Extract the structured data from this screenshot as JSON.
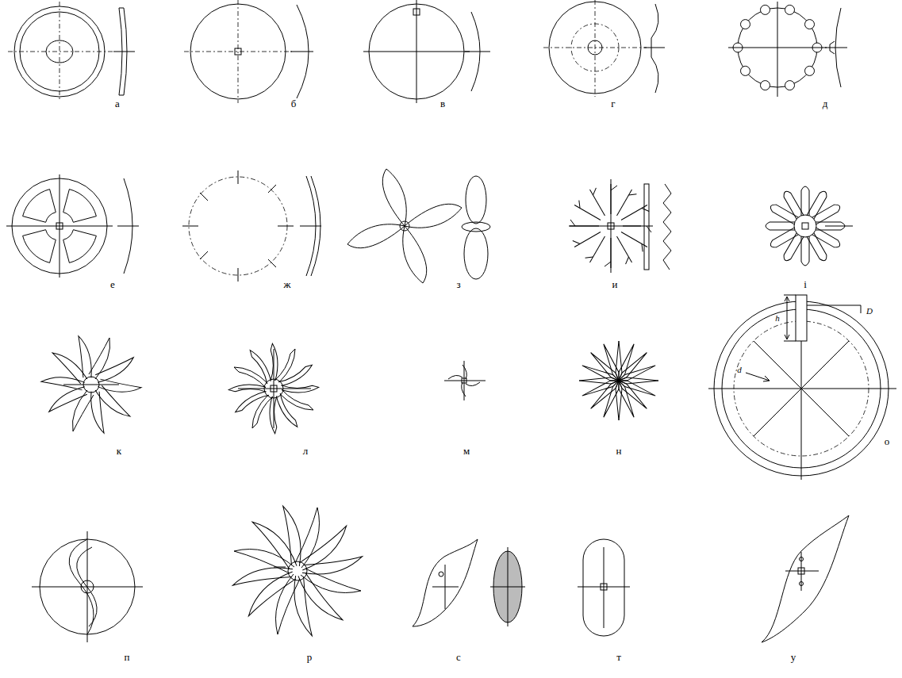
{
  "diagram": {
    "labels": [
      "а",
      "б",
      "в",
      "г",
      "д",
      "е",
      "ж",
      "з",
      "и",
      "і",
      "к",
      "л",
      "м",
      "н",
      "о",
      "п",
      "р",
      "с",
      "т",
      "у",
      "h",
      "D",
      "d"
    ]
  }
}
